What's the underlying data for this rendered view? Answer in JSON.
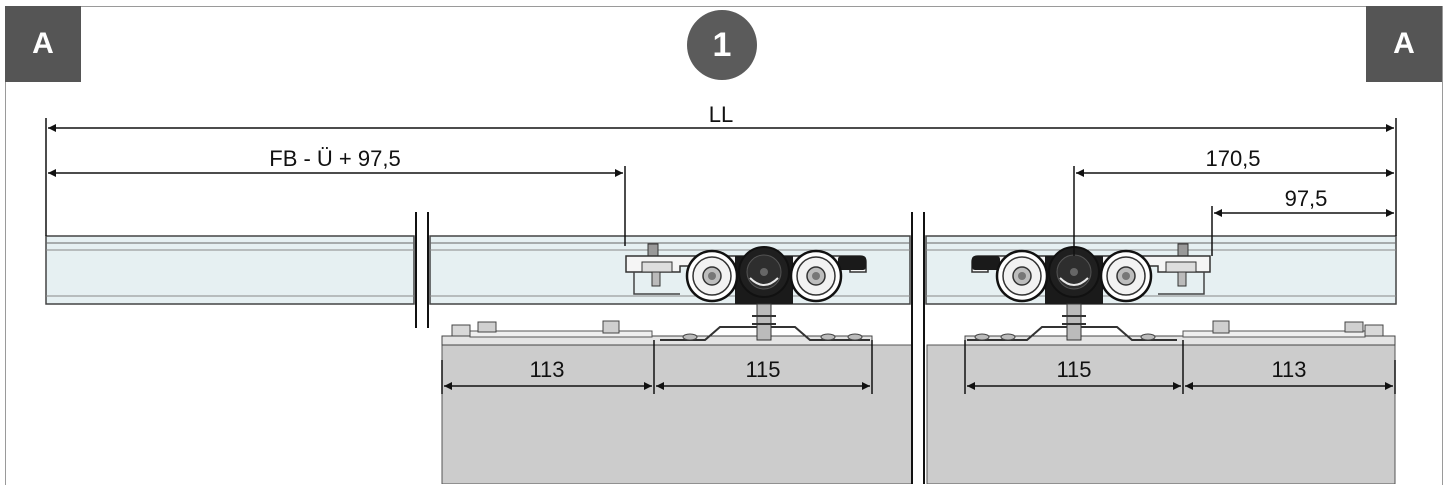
{
  "corner_label_left": "A",
  "corner_label_right": "A",
  "step_number": "1",
  "dimensions": {
    "total_length": "LL",
    "left_offset": "FB - Ü + 97,5",
    "right_outer": "170,5",
    "right_inner": "97,5",
    "left_plate": "113",
    "left_carriage": "115",
    "right_carriage": "115",
    "right_plate": "113"
  },
  "colors": {
    "badge": "#555555",
    "rail_fill": "#e6f0f2",
    "door_fill": "#cccccc",
    "roller_dark": "#1a1a1a"
  }
}
